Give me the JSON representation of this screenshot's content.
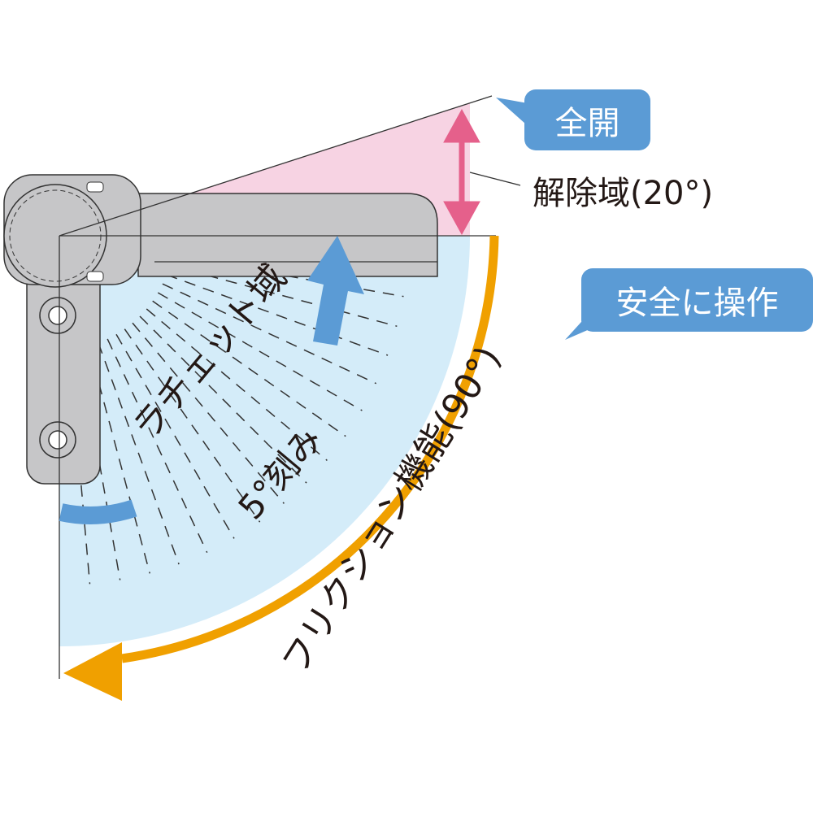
{
  "labels": {
    "full_open": "全開",
    "release_zone": "解除域(20°)",
    "safe_operation": "安全に操作",
    "ratchet_zone": "ラチェット域",
    "ratchet_step": "5°刻み",
    "friction": "フリクション機能(90°)"
  },
  "colors": {
    "ratchet_fill": "#d4ecf9",
    "release_fill": "#f7d3e3",
    "release_arrow": "#e5608b",
    "friction_arrow": "#f0a000",
    "blue_arrow": "#5b9bd5",
    "hinge": "#c6c6c8"
  }
}
